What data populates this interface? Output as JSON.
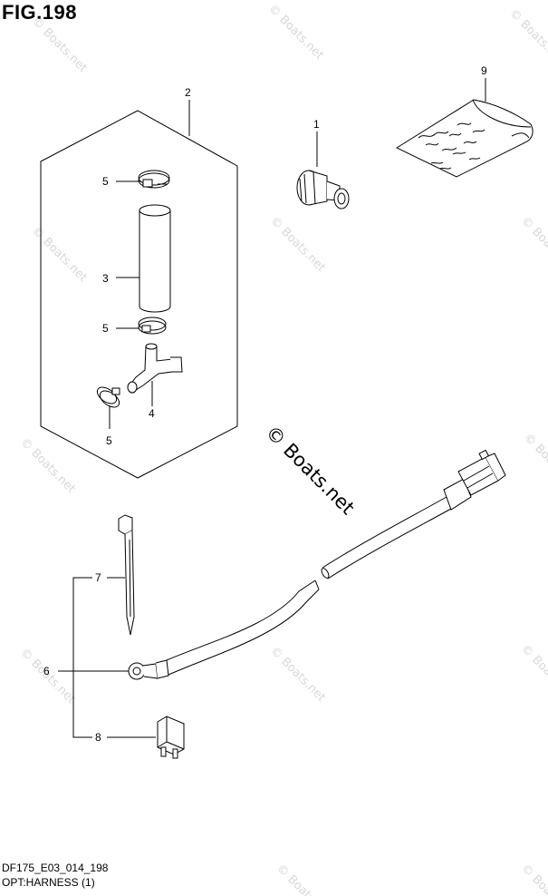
{
  "figure": {
    "title": "FIG.198",
    "code": "DF175_E03_014_198",
    "name": "OPT:HARNESS (1)"
  },
  "watermark": {
    "text": "© Boats.net"
  },
  "parts": [
    {
      "id": "part-1",
      "number": "1"
    },
    {
      "id": "part-2",
      "number": "2"
    },
    {
      "id": "part-3",
      "number": "3"
    },
    {
      "id": "part-4",
      "number": "4"
    },
    {
      "id": "part-5a",
      "number": "5"
    },
    {
      "id": "part-5b",
      "number": "5"
    },
    {
      "id": "part-5c",
      "number": "5"
    },
    {
      "id": "part-6",
      "number": "6"
    },
    {
      "id": "part-7",
      "number": "7"
    },
    {
      "id": "part-8",
      "number": "8"
    },
    {
      "id": "part-9",
      "number": "9"
    }
  ]
}
